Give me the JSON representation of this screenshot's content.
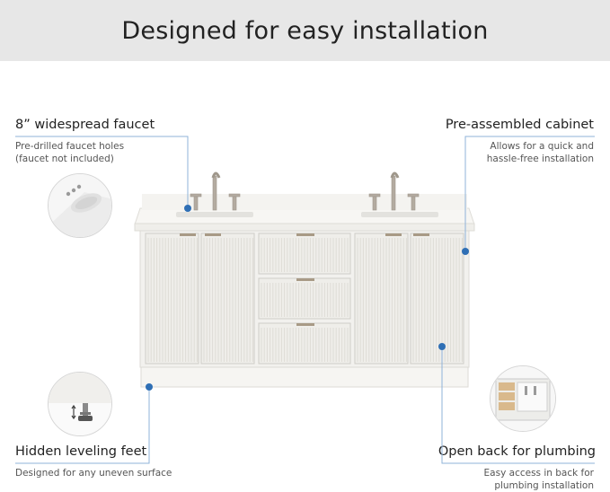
{
  "banner": {
    "title": "Designed for easy installation"
  },
  "features": {
    "faucet": {
      "title": "8” widespread faucet",
      "desc": "Pre-drilled faucet holes\n(faucet not included)",
      "icon": "faucet-holes-icon"
    },
    "cabinet": {
      "title": "Pre-assembled cabinet",
      "desc": "Allows for a quick and\nhassle-free installation"
    },
    "feet": {
      "title": "Hidden leveling feet",
      "desc": "Designed for any uneven surface",
      "icon": "leveling-foot-icon"
    },
    "plumbing": {
      "title": "Open back for plumbing",
      "desc": "Easy access in back for\nplumbing installation",
      "icon": "open-back-icon"
    }
  },
  "colors": {
    "accent": "#2f6fb5",
    "line": "#8fb3d9",
    "banner_bg": "#e7e7e7",
    "cabinet": "#f2f1ee",
    "hardware": "#a89a86"
  }
}
